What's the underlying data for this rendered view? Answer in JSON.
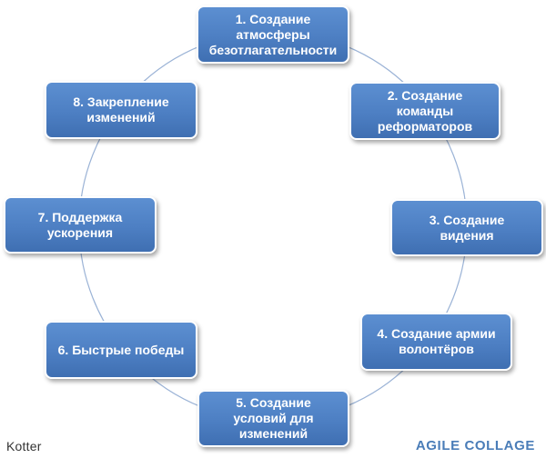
{
  "steps": [
    {
      "label": "1. Создание\nатмосферы\nбезотлагательности"
    },
    {
      "label": "2. Создание\nкоманды\nреформаторов"
    },
    {
      "label": "3. Создание\nвидения"
    },
    {
      "label": "4. Создание армии\nволонтёров"
    },
    {
      "label": "5. Создание\nусловий для\nизменений"
    },
    {
      "label": "6. Быстрые победы"
    },
    {
      "label": "7. Поддержка\nускорения"
    },
    {
      "label": "8. Закрепление\nизменений"
    }
  ],
  "logos": {
    "left": "Kotter",
    "right": "AGILE COLLAGE"
  },
  "colors": {
    "box_fill": "#4d7fc3",
    "ring": "#9bb3d6",
    "brand_right": "#4a7db8"
  }
}
